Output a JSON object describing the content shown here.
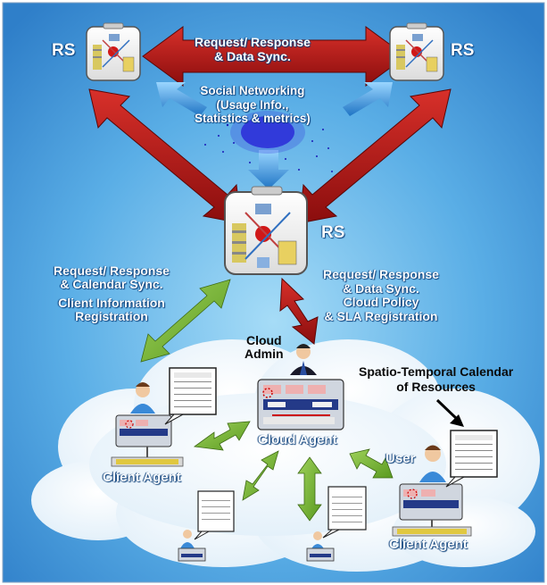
{
  "colors": {
    "background": "#3f95dc",
    "background_light": "#8fd0f4",
    "red_arrow": "#b01212",
    "green_arrow": "#6cb52a",
    "blue_arrow": "#2e8fd8",
    "cloud": "#ffffff"
  },
  "rs_nodes": {
    "top_left": "RS",
    "top_right": "RS",
    "center": "RS"
  },
  "labels": {
    "top_link": [
      "Request/ Response",
      "& Data Sync."
    ],
    "social": [
      "Social Networking",
      "(Usage Info.,",
      "Statistics & metrics)"
    ],
    "client_link": [
      "Request/ Response",
      "& Calendar  Sync.",
      "Client Information",
      "Registration"
    ],
    "cloud_link": [
      "Request/ Response",
      "& Data Sync.",
      "Cloud Policy",
      "& SLA Registration"
    ],
    "cloud_admin": [
      "Cloud",
      "Admin"
    ],
    "calendar_note": [
      "Spatio-Temporal Calendar",
      "of Resources"
    ],
    "cloud_agent": "Cloud Agent",
    "client_agent_left": "Client Agent",
    "client_agent_right": "Client Agent",
    "user": "User"
  },
  "icons": [
    "server-rack-icon",
    "admin-person-icon",
    "user-person-icon",
    "calendar-icon",
    "agent-node-icon"
  ]
}
